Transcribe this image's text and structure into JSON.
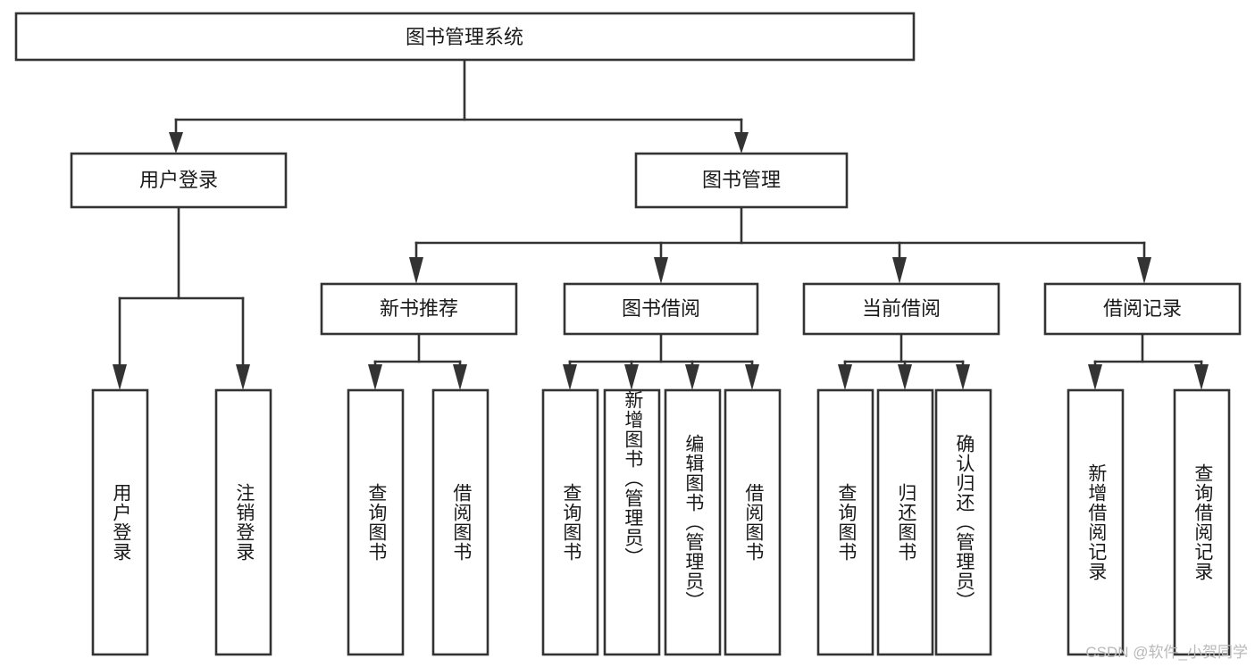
{
  "diagram": {
    "type": "tree",
    "title": "图书管理系统",
    "watermark": "CSDN @软件_小贺同学",
    "colors": {
      "box_stroke": "#333333",
      "box_fill": "#ffffff",
      "text": "#1a1a1a",
      "background": "#ffffff",
      "watermark": "#b9b9b9"
    },
    "root": {
      "label": "图书管理系统"
    },
    "level2": [
      {
        "label": "用户登录"
      },
      {
        "label": "图书管理"
      }
    ],
    "level3": [
      {
        "label": "新书推荐"
      },
      {
        "label": "图书借阅"
      },
      {
        "label": "当前借阅"
      },
      {
        "label": "借阅记录"
      }
    ],
    "leaves": {
      "user_login": [
        {
          "label": "用户登录"
        },
        {
          "label": "注销登录"
        }
      ],
      "new_book_recommend": [
        {
          "label": "查询图书"
        },
        {
          "label": "借阅图书"
        }
      ],
      "book_borrow": [
        {
          "label": "查询图书"
        },
        {
          "label": "新增图书（管理员）"
        },
        {
          "label": "编辑图书（管理员）"
        },
        {
          "label": "借阅图书"
        }
      ],
      "current_borrow": [
        {
          "label": "查询图书"
        },
        {
          "label": "归还图书"
        },
        {
          "label": "确认归还（管理员）"
        }
      ],
      "borrow_record": [
        {
          "label": "新增借阅记录"
        },
        {
          "label": "查询借阅记录"
        }
      ]
    }
  }
}
